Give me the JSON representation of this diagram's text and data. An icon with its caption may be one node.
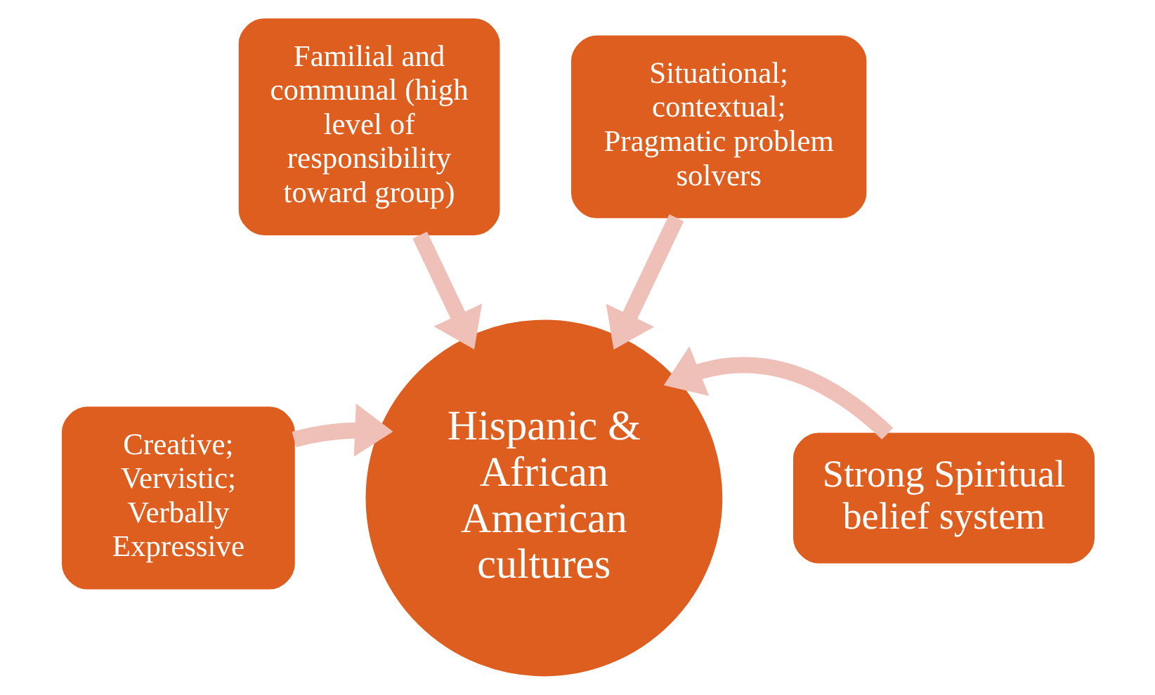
{
  "diagram": {
    "nodes": [
      {
        "text": [
          "Familial and communal (high level of responsibility toward group)"
        ]
      },
      {
        "text": [
          "Situational; contextual; Pragmatic problem solvers"
        ]
      },
      {
        "text": [
          "Creative;",
          "Vervistic;",
          "Verbally Expressive"
        ]
      },
      {
        "text": [
          "Strong Spiritual belief system"
        ]
      },
      {
        "text": [
          "Hispanic & African American cultures"
        ]
      }
    ],
    "edges": [
      {
        "from": 0,
        "to": 4,
        "arrow": "to"
      },
      {
        "from": 1,
        "to": 4,
        "arrow": "to"
      },
      {
        "from": 2,
        "to": 4,
        "arrow": "to"
      },
      {
        "from": 3,
        "to": 4,
        "arrow": "to"
      }
    ]
  }
}
